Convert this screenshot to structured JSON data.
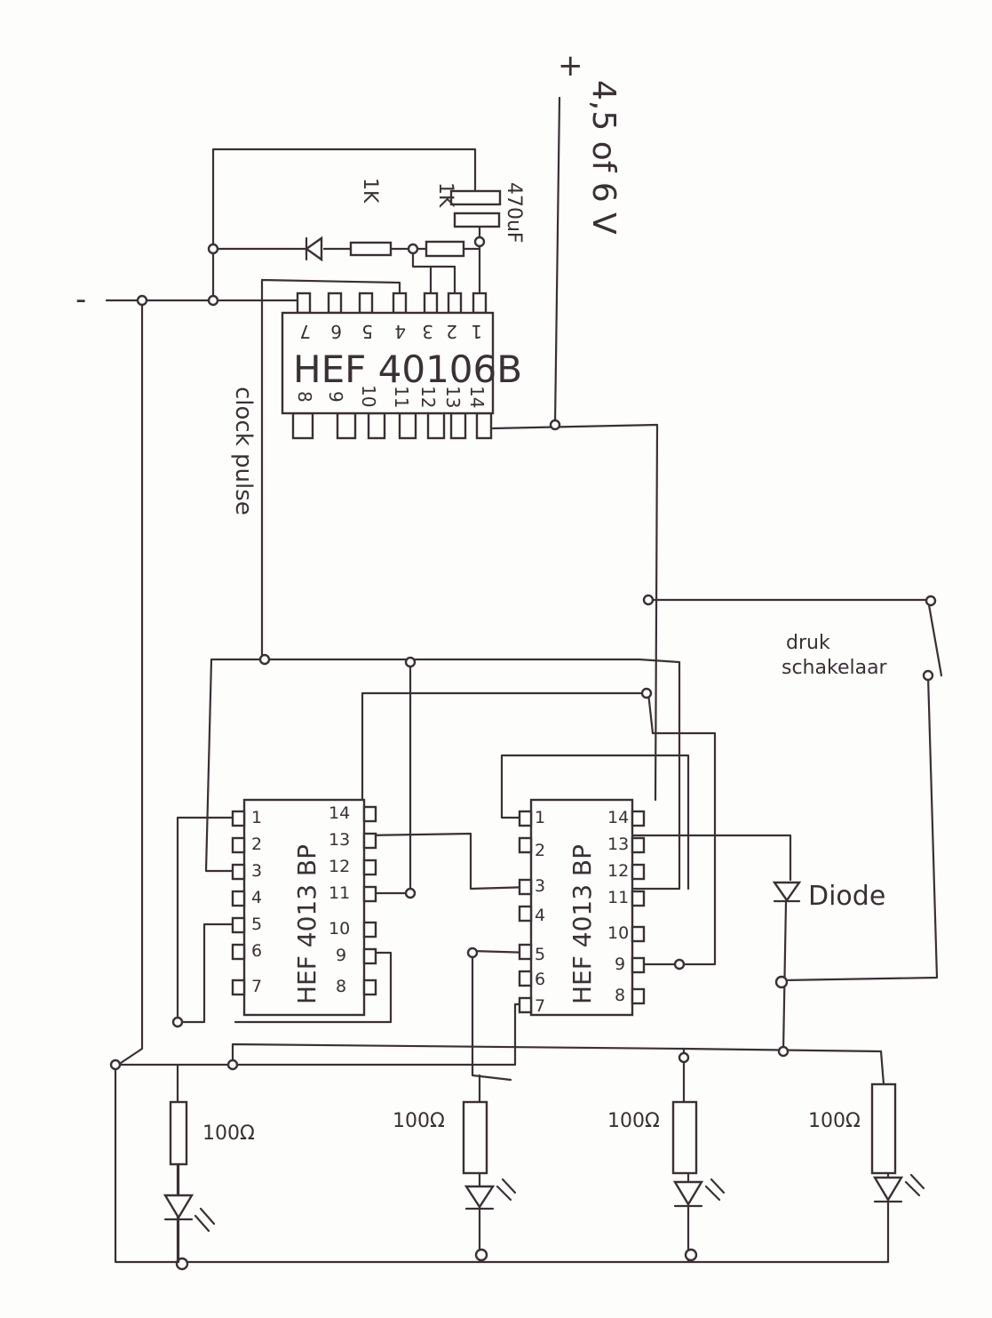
{
  "power": {
    "plus": "+",
    "minus": "-",
    "voltage": "4,5 of 6 V"
  },
  "components": {
    "capacitor": "470uF",
    "resistor_a": "1K",
    "resistor_b": "1K",
    "chip_main": "HEF 40106B",
    "chip_main_top_pins": [
      "7",
      "6",
      "5",
      "4",
      "3",
      "2",
      "1"
    ],
    "chip_main_bottom_pins": [
      "8",
      "9",
      "10",
      "11",
      "12",
      "13",
      "14"
    ],
    "clock_label": "clock pulse",
    "switch_label_1": "druk",
    "switch_label_2": "schakelaar",
    "flipflop_1": "HEF 4013 BP",
    "flipflop_2": "HEF 4013 BP",
    "ff_left_pins": [
      "1",
      "2",
      "3",
      "4",
      "5",
      "6",
      "7"
    ],
    "ff_right_pins": [
      "14",
      "13",
      "12",
      "11",
      "10",
      "9",
      "8"
    ],
    "diode_label": "Diode",
    "led_resistors": [
      "100Ω",
      "100Ω",
      "100Ω",
      "100Ω"
    ]
  }
}
